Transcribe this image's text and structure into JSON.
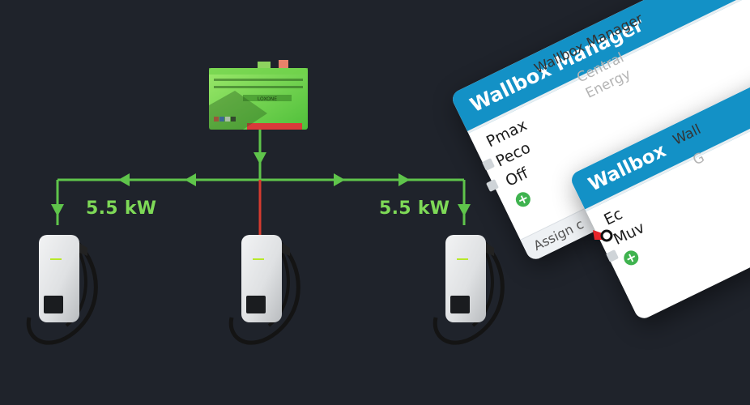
{
  "diagram": {
    "left_label": "5.5 kW",
    "right_label": "5.5 kW",
    "colors": {
      "active_line": "#5fc44b",
      "inactive_line": "#d63b2f",
      "background": "#1f232b",
      "block_header": "#1391c6"
    }
  },
  "miniserver": {
    "brand": "LOXONE"
  },
  "manager_block": {
    "header": "Wallbox Manager",
    "title": "Wallbox Manager",
    "sub1": "Central",
    "sub2": "Energy",
    "inputs": [
      "Pmax",
      "Peco",
      "Off"
    ],
    "footer": "Assign c"
  },
  "wallbox_block": {
    "header": "Wallbox",
    "title": "Wall",
    "sub": "G",
    "inputs": [
      "Ec",
      "Muv"
    ]
  }
}
